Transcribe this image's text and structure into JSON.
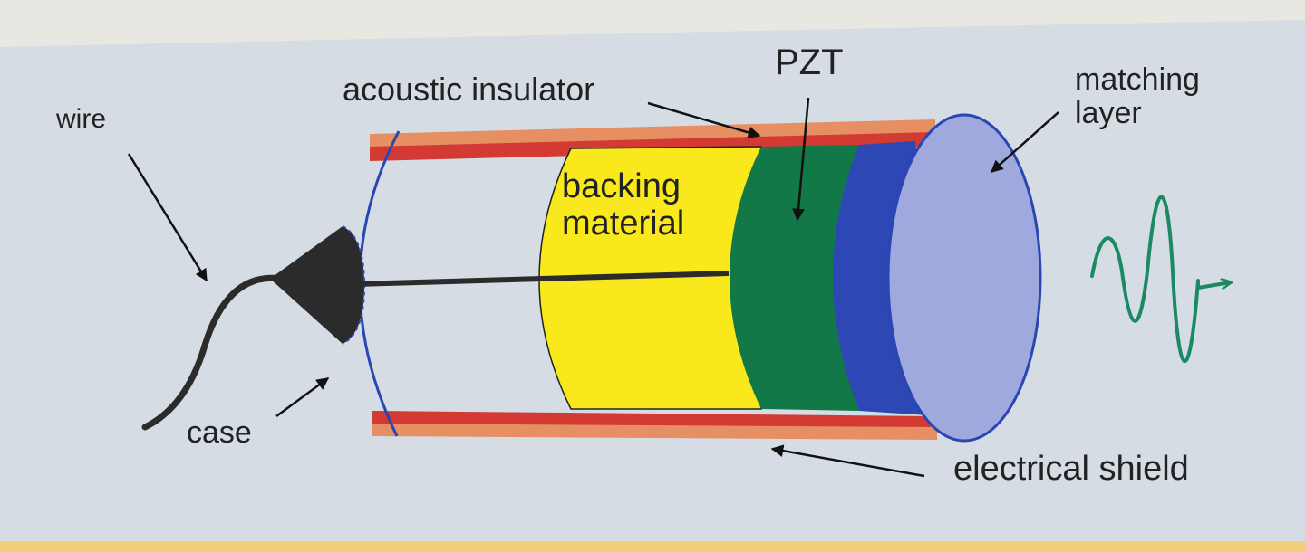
{
  "labels": {
    "wire": "wire",
    "acoustic_insulator": "acoustic insulator",
    "pzt": "PZT",
    "matching_layer": [
      "matching",
      "layer"
    ],
    "backing_material": [
      "backing",
      "material"
    ],
    "case": "case",
    "electrical_shield": "electrical shield"
  },
  "colors": {
    "page_background": "#d5dce3",
    "top_band": "#e9e7e1",
    "bottom_band": "#f1cf7a",
    "insulator_outer": "#e58f62",
    "insulator_inner": "#d23a33",
    "case_rim": "#2a46b2",
    "backing_material": "#f8e81c",
    "pzt": "#137848",
    "electrode": "#2d47b5",
    "matching_layer": "#9fa9de",
    "wire": "#2b2b2b",
    "pulse": "#1a8a62",
    "label_text": "#222222",
    "arrow": "#111111"
  },
  "icons": {
    "pulse": "ultrasound-pulse-waveform"
  }
}
